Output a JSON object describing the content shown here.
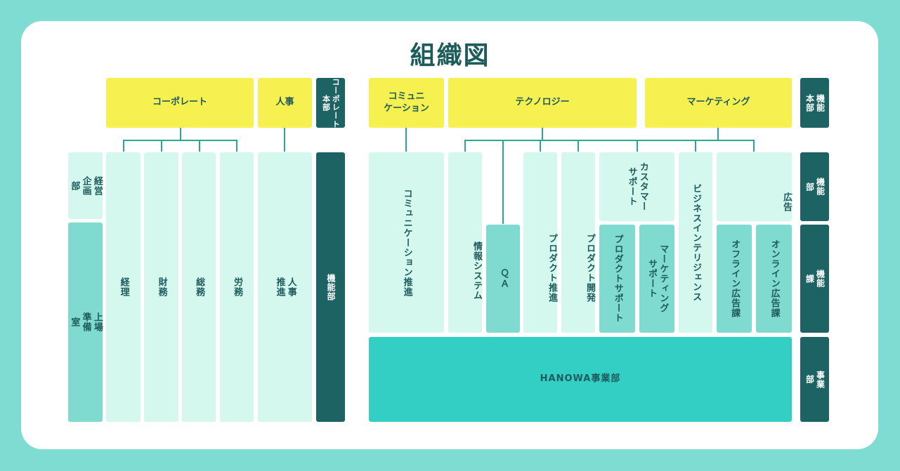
{
  "title": "組織図",
  "labels": {
    "corporate_hq": "コーポレート\n本部",
    "function_hq": "機能\n本部",
    "function_dept_left": "機能部",
    "function_dept_right": "機能\n部",
    "function_section": "機能\n課",
    "business_dept": "事業\n部"
  },
  "corporate": {
    "corporate": "コーポレート",
    "hr": "人事",
    "planning": "経営\n企画\n部",
    "ipo": "上場\n準備\n室",
    "accounting": "経理",
    "finance": "財務",
    "general": "総務",
    "labor": "労務",
    "hr_promo": "人事\n推進"
  },
  "functions": {
    "communication": "コミュニ\nケーション",
    "technology": "テクノロジー",
    "marketing": "マーケティング",
    "comm_promo": "コミュニケーション推進",
    "info_system": "情報システム",
    "qa": "ＱＡ",
    "product_promo": "プロダクト推進",
    "product_dev": "プロダクト開発",
    "customer_support": "カスタマー\nサポート",
    "product_support": "プロダクトサポート",
    "marketing_support": "マーケティング\nサポート",
    "bi": "ビジネスインテリジェンス",
    "ads": "広告",
    "offline_ads": "オフライン広告課",
    "online_ads": "オンライン広告課"
  },
  "business": {
    "hanowa": "HANOWA事業部"
  },
  "colors": {
    "background": "#7fdcd2",
    "card": "#ffffff",
    "yellow": "#f7f051",
    "pale": "#d4f7ee",
    "mid": "#7fdad0",
    "teal": "#33cec4",
    "dark": "#1e6363",
    "line": "#2aa59d"
  }
}
